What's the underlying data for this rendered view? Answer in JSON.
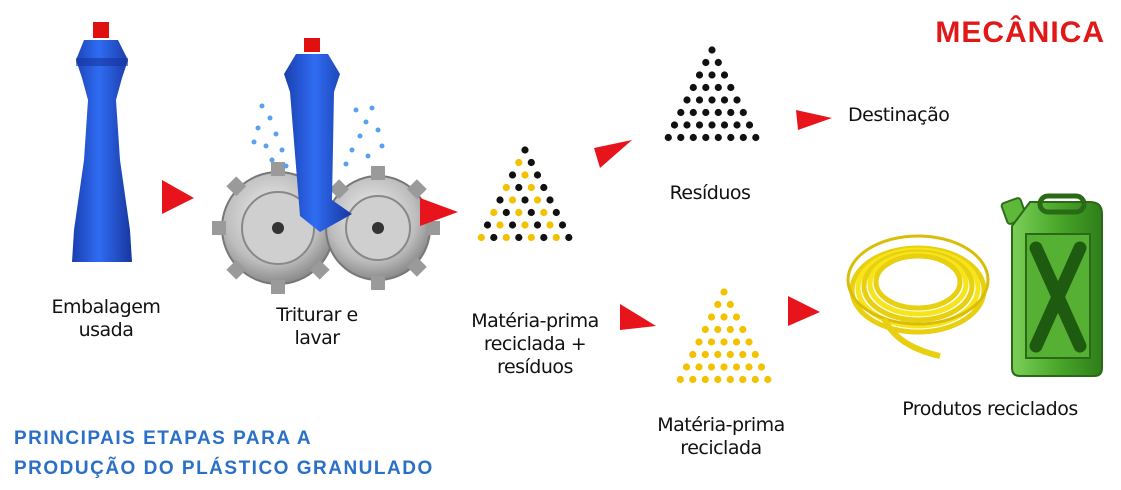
{
  "title": "MECÂNICA",
  "subtitle": {
    "line1": "PRINCIPAIS ETAPAS PARA A",
    "line2": "PRODUÇÃO DO PLÁSTICO GRANULADO"
  },
  "steps": {
    "used_packaging": {
      "line1": "Embalagem",
      "line2": "usada"
    },
    "grind_wash": {
      "line1": "Triturar e",
      "line2": "lavar"
    },
    "raw_plus_waste": {
      "line1": "Matéria-prima",
      "line2": "reciclada +",
      "line3": "resíduos"
    },
    "waste": {
      "label": "Resíduos"
    },
    "destination": {
      "label": "Destinação"
    },
    "recycled_raw": {
      "line1": "Matéria-prima",
      "line2": "reciclada"
    },
    "recycled_products": {
      "label": "Produtos reciclados"
    }
  },
  "colors": {
    "title_red": "#e01818",
    "subtitle_blue": "#2a6fc8",
    "arrow_red": "#e8141c",
    "bottle_blue": "#1e4fd8",
    "cap_red": "#e01010",
    "granule_black": "#111111",
    "granule_yellow": "#f2c200",
    "hose_yellow": "#f5e51a",
    "jerrycan_green": "#4aa82a",
    "gear_gray": "#a8a8a8"
  }
}
